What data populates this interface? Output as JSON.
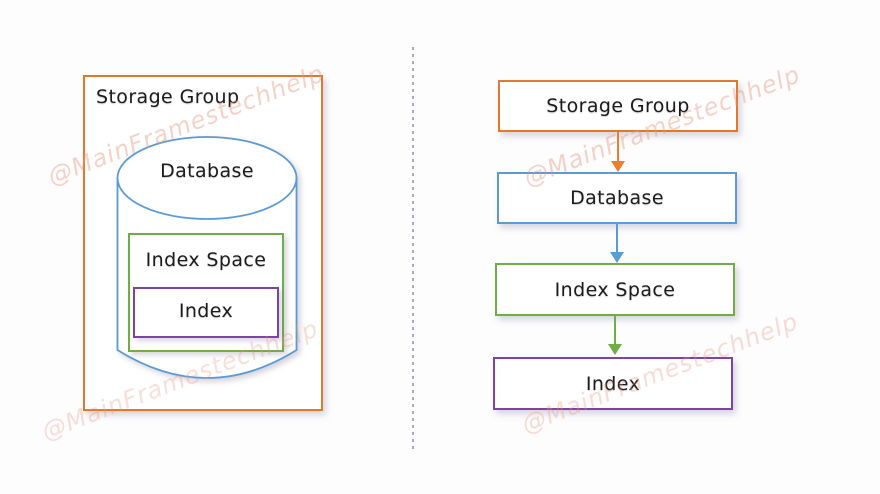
{
  "watermark": {
    "text": "@MainFramestechhelp",
    "color": "#e8947c"
  },
  "divider": {
    "style": "vertical-dashed",
    "color": "#a9a9cb"
  },
  "nested_view": {
    "storage_group": {
      "label": "Storage Group",
      "shape": "rectangle",
      "border_color": "#e2772e"
    },
    "database": {
      "label": "Database",
      "shape": "cylinder",
      "border_color": "#5b9bd5"
    },
    "index_space": {
      "label": "Index Space",
      "shape": "rectangle",
      "border_color": "#70ad47"
    },
    "index": {
      "label": "Index",
      "shape": "rectangle",
      "border_color": "#7a44a8"
    }
  },
  "flow_view": {
    "nodes": [
      {
        "label": "Storage Group",
        "border_color": "#e2772e"
      },
      {
        "label": "Database",
        "border_color": "#5b9bd5"
      },
      {
        "label": "Index Space",
        "border_color": "#70ad47"
      },
      {
        "label": "Index",
        "border_color": "#7a44a8"
      }
    ],
    "connectors": [
      {
        "from": "Storage Group",
        "to": "Database",
        "color": "#ed7d31"
      },
      {
        "from": "Database",
        "to": "Index Space",
        "color": "#5b9bd5"
      },
      {
        "from": "Index Space",
        "to": "Index",
        "color": "#70ad47"
      }
    ]
  }
}
